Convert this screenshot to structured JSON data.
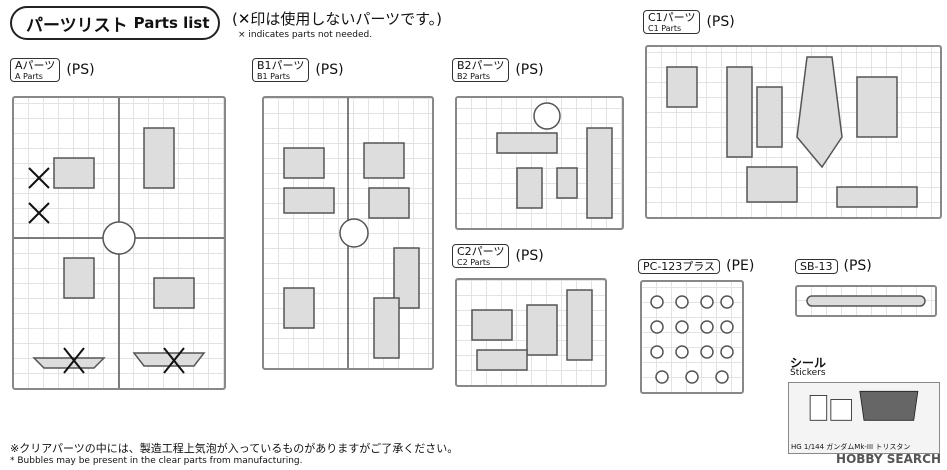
{
  "header": {
    "title_jp": "パーツリスト",
    "title_en": "Parts list",
    "note_jp": "(✕印は使用しないパーツです。)",
    "note_en": "× indicates parts not needed."
  },
  "runners": [
    {
      "id": "A",
      "label": "Aパーツ",
      "label_en": "A Parts",
      "material": "(PS)"
    },
    {
      "id": "B1",
      "label": "B1パーツ",
      "label_en": "B1 Parts",
      "material": "(PS)"
    },
    {
      "id": "B2",
      "label": "B2パーツ",
      "label_en": "B2 Parts",
      "material": "(PS)"
    },
    {
      "id": "C1",
      "label": "C1パーツ",
      "label_en": "C1 Parts",
      "material": "(PS)"
    },
    {
      "id": "C2",
      "label": "C2パーツ",
      "label_en": "C2 Parts",
      "material": "(PS)"
    },
    {
      "id": "PC",
      "label": "PC-123プラス",
      "material": "(PE)"
    },
    {
      "id": "SB",
      "label": "SB-13",
      "material": "(PS)"
    }
  ],
  "stickers": {
    "label_jp": "シール",
    "label_en": "Stickers",
    "caption": "HG 1/144 ガンダムMk-III トリスタン"
  },
  "footer": {
    "note_jp": "※クリアパーツの中には、製造工程上気泡が入っているものがありますがご了承ください。",
    "note_en": "* Bubbles may be present in the clear parts from manufacturing."
  },
  "watermark": "HOBBY SEARCH"
}
